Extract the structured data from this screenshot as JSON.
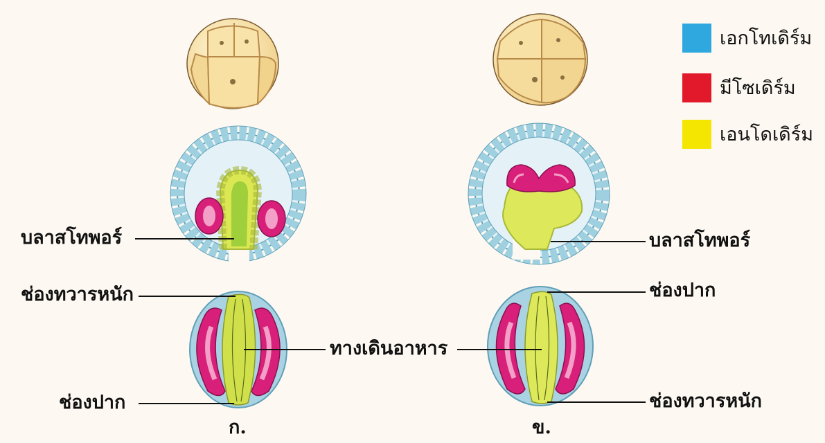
{
  "legend": [
    {
      "label": "เอกโทเดิร์ม",
      "color": "#2fa8e0"
    },
    {
      "label": "มีโซเดิร์ม",
      "color": "#e2192b"
    },
    {
      "label": "เอนโดเดิร์ม",
      "color": "#f4e600"
    }
  ],
  "labels": {
    "blastopore_left": "บลาสโทพอร์",
    "blastopore_right": "บลาสโทพอร์",
    "anus_left": "ช่องทวารหนัก",
    "mouth_left": "ช่องปาก",
    "gut_center": "ทางเดินอาหาร",
    "mouth_right": "ช่องปาก",
    "anus_right": "ช่องทวารหนัก",
    "caption_a": "ก.",
    "caption_b": "ข."
  },
  "colors": {
    "ecto": "#9fd0e0",
    "ecto_dark": "#5f9fb8",
    "meso": "#d8207a",
    "meso_light": "#f3a0c8",
    "endo": "#dde95a",
    "endo_dark": "#a7b83a",
    "egg": "#f7e2a8",
    "egg_dark": "#b88a4a"
  }
}
